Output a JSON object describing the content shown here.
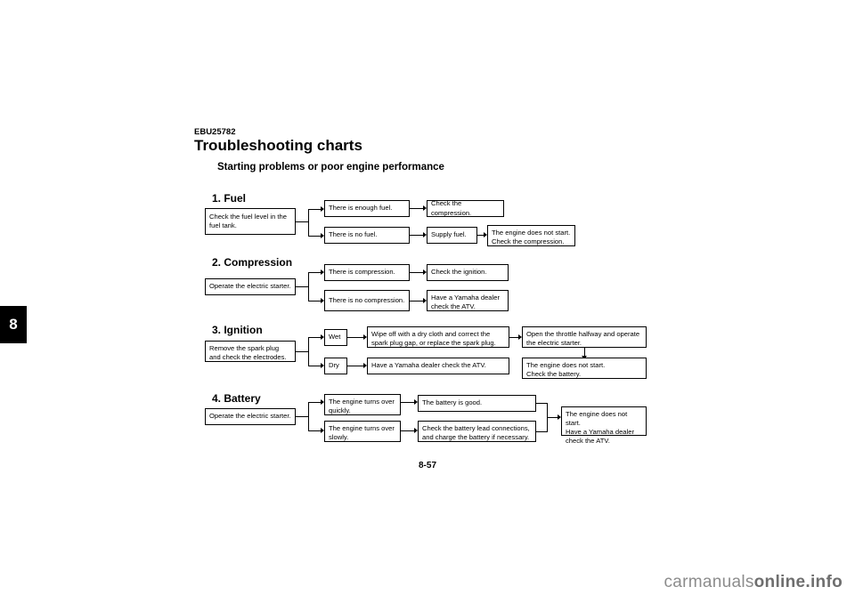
{
  "chapter": {
    "number": "8"
  },
  "header": {
    "code": "EBU25782",
    "title": "Troubleshooting charts",
    "subtitle": "Starting problems or poor engine performance"
  },
  "footer": {
    "page": "8-57"
  },
  "watermark": {
    "text_a": "carmanuals",
    "text_b": "online.info"
  },
  "sections": [
    {
      "heading": "1. Fuel",
      "start": "Check the fuel level in\nthe fuel tank.",
      "branch_a": "There is enough fuel.",
      "branch_b": "There is no fuel.",
      "result_a": "Check the compression.",
      "result_b": "Supply fuel.",
      "result_b2": "The engine does not start.\nCheck the compression."
    },
    {
      "heading": "2. Compression",
      "start": "Operate the electric starter.",
      "branch_a": "There is compression.",
      "branch_b": "There is no compression.",
      "result_a": "Check the ignition.",
      "result_b": "Have a Yamaha dealer\ncheck the ATV."
    },
    {
      "heading": "3. Ignition",
      "start": "Remove the spark plug\nand check the electrodes.",
      "branch_a": "Wet",
      "branch_b": "Dry",
      "result_a": "Wipe off with a dry cloth and correct the\nspark plug gap, or replace the spark plug.",
      "result_b": "Have a Yamaha dealer check the ATV.",
      "result_a2": "Open the throttle halfway and operate\nthe electric starter.",
      "result_a3": "The engine does not start.\nCheck the battery."
    },
    {
      "heading": "4. Battery",
      "start": "Operate the electric starter.",
      "branch_a": "The engine turns over\nquickly.",
      "branch_b": "The engine turns over\nslowly.",
      "result_a": "The battery is good.",
      "result_b": "Check the battery lead connections,\nand charge the battery if necessary.",
      "result_final": "The engine does not start.\nHave a Yamaha dealer\ncheck the ATV."
    }
  ]
}
